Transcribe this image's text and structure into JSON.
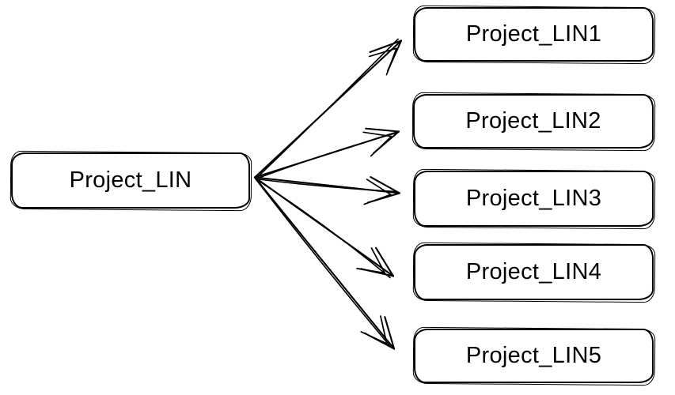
{
  "diagram": {
    "type": "tree",
    "style": "hand-drawn-sketch",
    "colors": {
      "background": "#ffffff",
      "stroke": "#000000",
      "text": "#000000"
    },
    "root": {
      "label": "Project_LIN"
    },
    "children": [
      {
        "label": "Project_LIN1"
      },
      {
        "label": "Project_LIN2"
      },
      {
        "label": "Project_LIN3"
      },
      {
        "label": "Project_LIN4"
      },
      {
        "label": "Project_LIN5"
      }
    ],
    "edges": [
      {
        "from": "Project_LIN",
        "to": "Project_LIN1"
      },
      {
        "from": "Project_LIN",
        "to": "Project_LIN2"
      },
      {
        "from": "Project_LIN",
        "to": "Project_LIN3"
      },
      {
        "from": "Project_LIN",
        "to": "Project_LIN4"
      },
      {
        "from": "Project_LIN",
        "to": "Project_LIN5"
      }
    ]
  }
}
